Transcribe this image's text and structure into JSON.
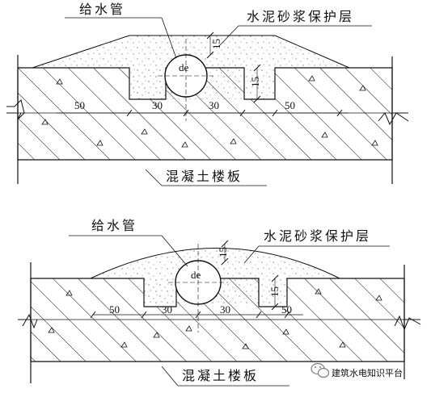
{
  "diagram1": {
    "pipe_label": "给水管",
    "mortar_label": "水泥砂浆保护层",
    "slab_label": "混凝土楼板",
    "pipe_symbol": "de",
    "dim_cover_top": "15",
    "dim_cover_side": "15",
    "dim_left_50": "50",
    "dim_left_30": "30",
    "dim_right_30": "30",
    "dim_right_50": "50"
  },
  "diagram2": {
    "pipe_label": "给水管",
    "mortar_label": "水泥砂浆保护层",
    "slab_label": "混凝土楼板",
    "pipe_symbol": "de",
    "dim_cover_top": "15",
    "dim_cover_side": "15",
    "dim_left_50": "50",
    "dim_left_30": "30",
    "dim_right_30": "30",
    "dim_right_50": "50"
  },
  "watermark": {
    "text": "建筑水电知识平台",
    "icon": "wechat-icon"
  }
}
